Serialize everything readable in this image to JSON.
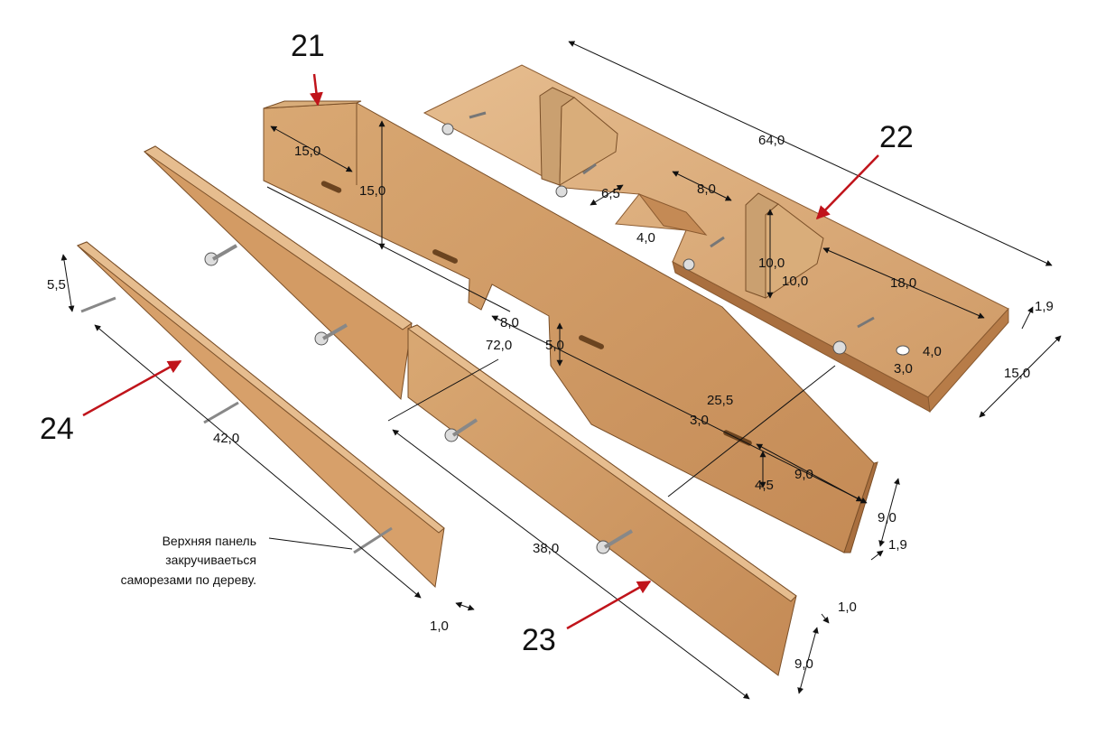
{
  "callouts": {
    "part_21": "21",
    "part_22": "22",
    "part_23": "23",
    "part_24": "24"
  },
  "dimensions": {
    "d_64_0": "64,0",
    "d_15_0_a": "15,0",
    "d_15_0_b": "15,0",
    "d_15_0_c": "15,0",
    "d_6_5": "6,5",
    "d_8_0_a": "8,0",
    "d_8_0_b": "8,0",
    "d_4_0_a": "4,0",
    "d_4_0_b": "4,0",
    "d_10_0_a": "10,0",
    "d_10_0_b": "10,0",
    "d_18_0": "18,0",
    "d_1_9_a": "1,9",
    "d_1_9_b": "1,9",
    "d_3_0_a": "3,0",
    "d_3_0_b": "3,0",
    "d_72_0": "72,0",
    "d_5_0": "5,0",
    "d_25_5": "25,5",
    "d_9_0_a": "9,0",
    "d_9_0_b": "9,0",
    "d_9_0_c": "9,0",
    "d_4_5": "4,5",
    "d_5_5": "5,5",
    "d_42_0": "42,0",
    "d_38_0": "38,0",
    "d_1_0_a": "1,0",
    "d_1_0_b": "1,0"
  },
  "note": {
    "line1": "Верхняя панель",
    "line2": "закручиваеться",
    "line3": "саморезами по дереву."
  },
  "colors": {
    "wood_top": "#e0b486",
    "wood_face": "#c9905c",
    "wood_edge": "#a96f3f",
    "arrow": "#c0141b",
    "dim_line": "#111111"
  }
}
